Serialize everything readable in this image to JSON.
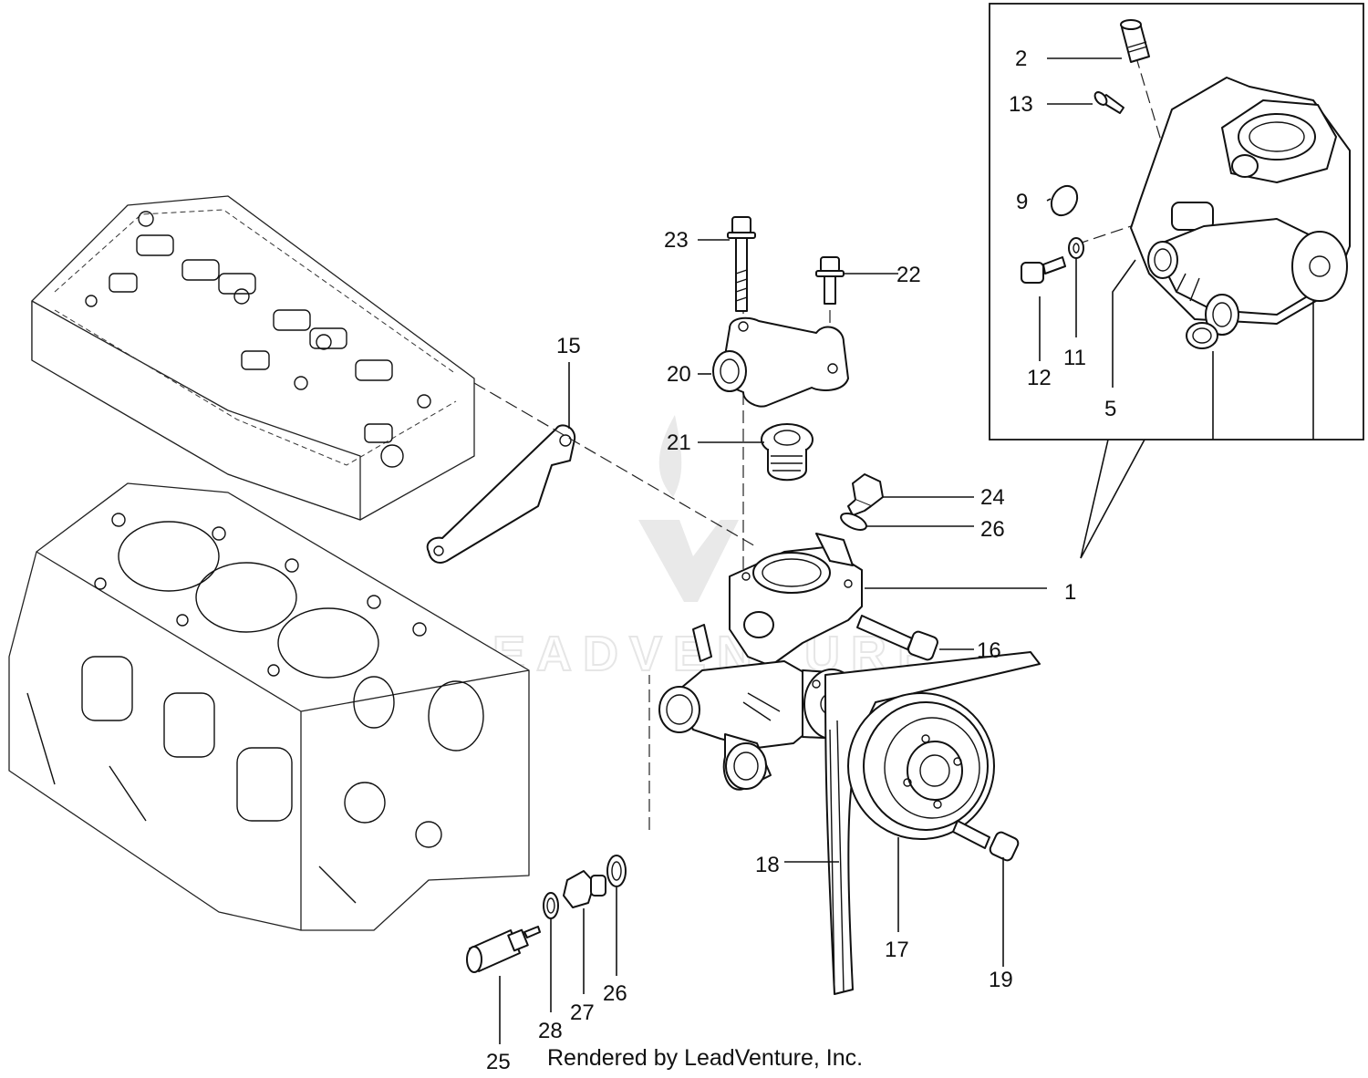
{
  "footer": {
    "rendered_by": "Rendered by LeadVenture, Inc."
  },
  "watermark": {
    "text": "LEADVENTURE"
  },
  "callouts": {
    "c1": "1",
    "c2": "2",
    "c5": "5",
    "c9": "9",
    "c11": "11",
    "c12": "12",
    "c13": "13",
    "c15": "15",
    "c16": "16",
    "c17": "17",
    "c18": "18",
    "c19": "19",
    "c20": "20",
    "c21": "21",
    "c22": "22",
    "c23": "23",
    "c24": "24",
    "c25": "25",
    "c26a": "26",
    "c26b": "26",
    "c27": "27",
    "c28": "28"
  },
  "colors": {
    "line": "#111111",
    "watermark": "#e9e9e9",
    "background": "#ffffff"
  }
}
